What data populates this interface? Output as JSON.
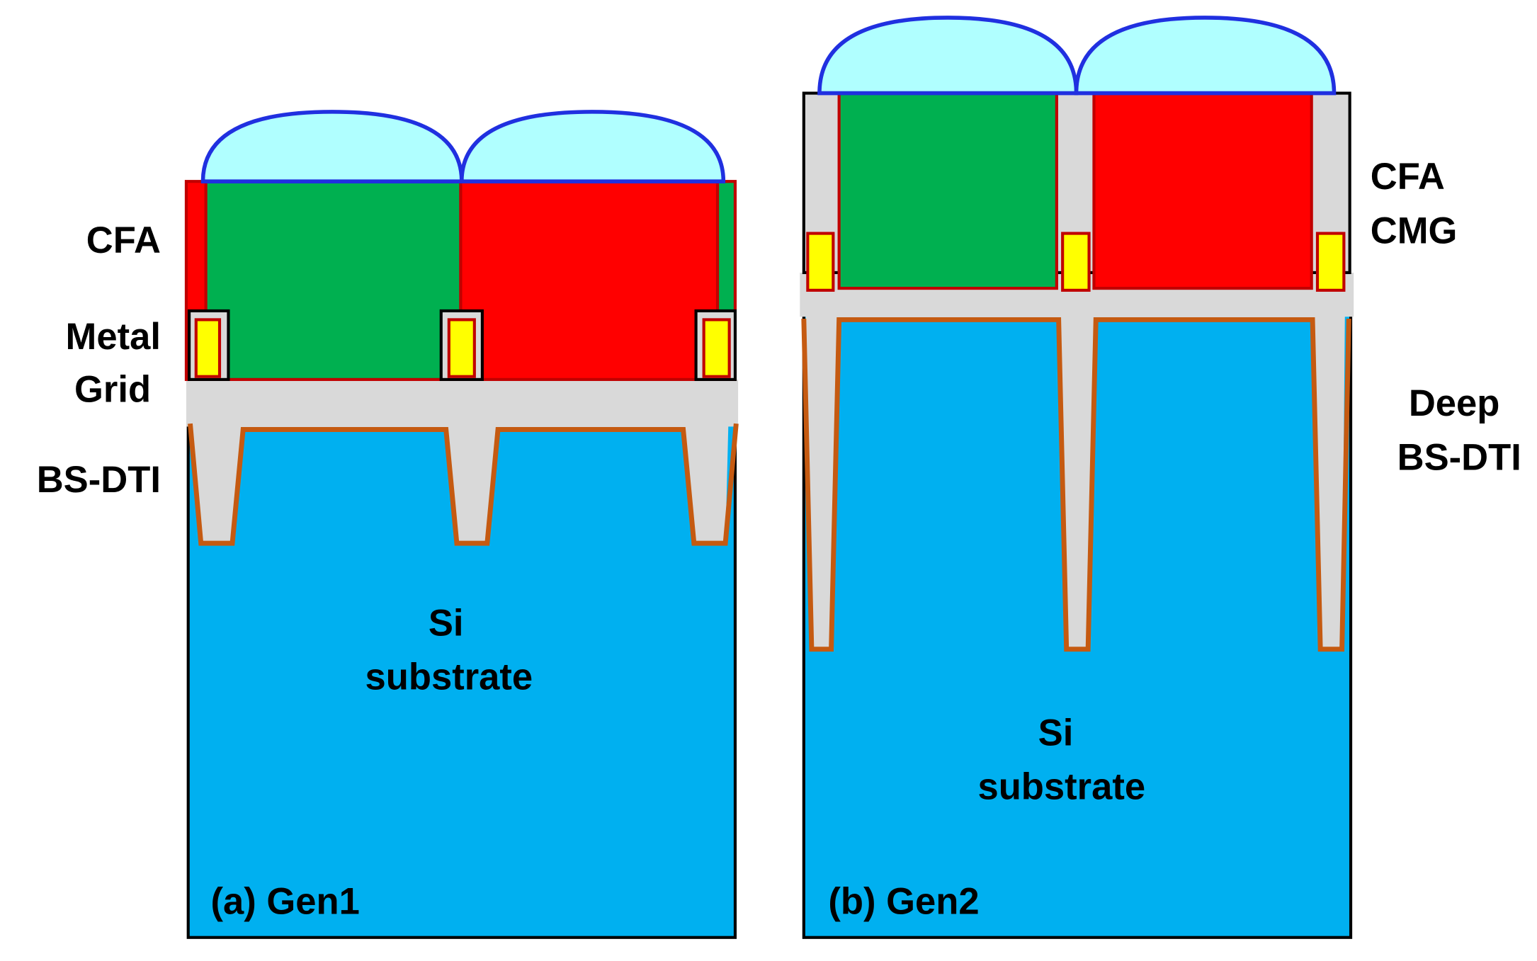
{
  "colors": {
    "silicon": "#00B0F0",
    "oxide": "#D9D9D9",
    "liner": "#C55A11",
    "green_filter": "#00B050",
    "red_filter": "#FF0000",
    "filter_border": "#C00000",
    "metal": "#FFFF00",
    "microlens_fill": "#B0FFFF",
    "microlens_stroke": "#2030E0",
    "outline": "#000000"
  },
  "panel_a": {
    "caption": "(a) Gen1",
    "substrate_label": [
      "Si",
      "substrate"
    ],
    "side_labels": {
      "cfa": "CFA",
      "metal_grid": [
        "Metal",
        "Grid"
      ],
      "dti": "BS-DTI"
    }
  },
  "panel_b": {
    "caption": "(b) Gen2",
    "substrate_label": [
      "Si",
      "substrate"
    ],
    "side_labels": {
      "cfa_cmg": [
        "CFA",
        "CMG"
      ],
      "deep_dti": [
        "Deep",
        "BS-DTI"
      ]
    }
  }
}
